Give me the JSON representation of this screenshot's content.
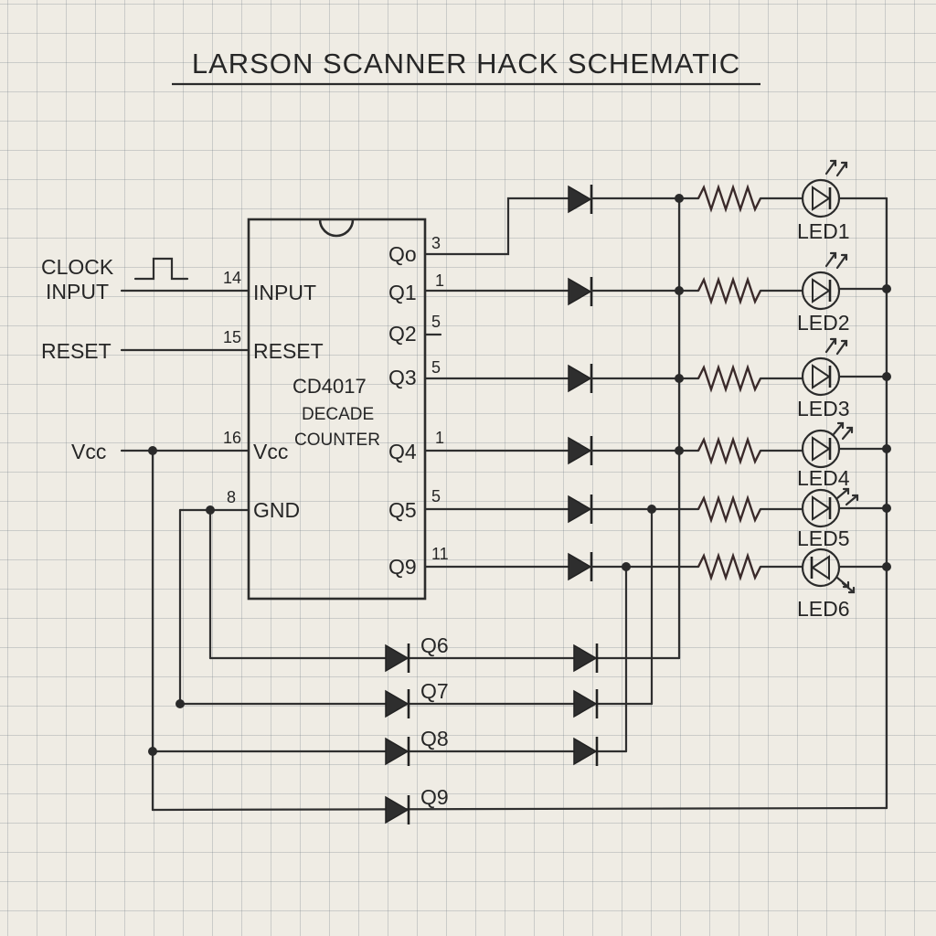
{
  "title": "LARSON SCANNER HACK SCHEMATIC",
  "inputs": {
    "clock_line1": "CLOCK",
    "clock_line2": "INPUT",
    "reset": "RESET",
    "vcc": "Vcc"
  },
  "chip": {
    "name": "CD4017",
    "line2": "DECADE",
    "line3": "COUNTER",
    "pins_left": [
      {
        "num": "14",
        "label": "INPUT"
      },
      {
        "num": "15",
        "label": "RESET"
      },
      {
        "num": "16",
        "label": "Vcc"
      },
      {
        "num": "8",
        "label": "GND"
      }
    ],
    "pins_right": [
      {
        "label": "Qo",
        "num": "3"
      },
      {
        "label": "Q1",
        "num": "1"
      },
      {
        "label": "Q2",
        "num": "5"
      },
      {
        "label": "Q3",
        "num": "5"
      },
      {
        "label": "Q4",
        "num": "1"
      },
      {
        "label": "Q5",
        "num": "5"
      },
      {
        "label": "Q9",
        "num": "11"
      }
    ]
  },
  "leds": [
    "LED1",
    "LED2",
    "LED3",
    "LED4",
    "LED5",
    "LED6"
  ],
  "bottom_diodes": [
    "Q6",
    "Q7",
    "Q8",
    "Q9"
  ],
  "colors": {
    "ink": "#2a2a2a",
    "paper": "#efece4",
    "grid": "#8a939b",
    "resistor_tint": "#7a2020"
  }
}
